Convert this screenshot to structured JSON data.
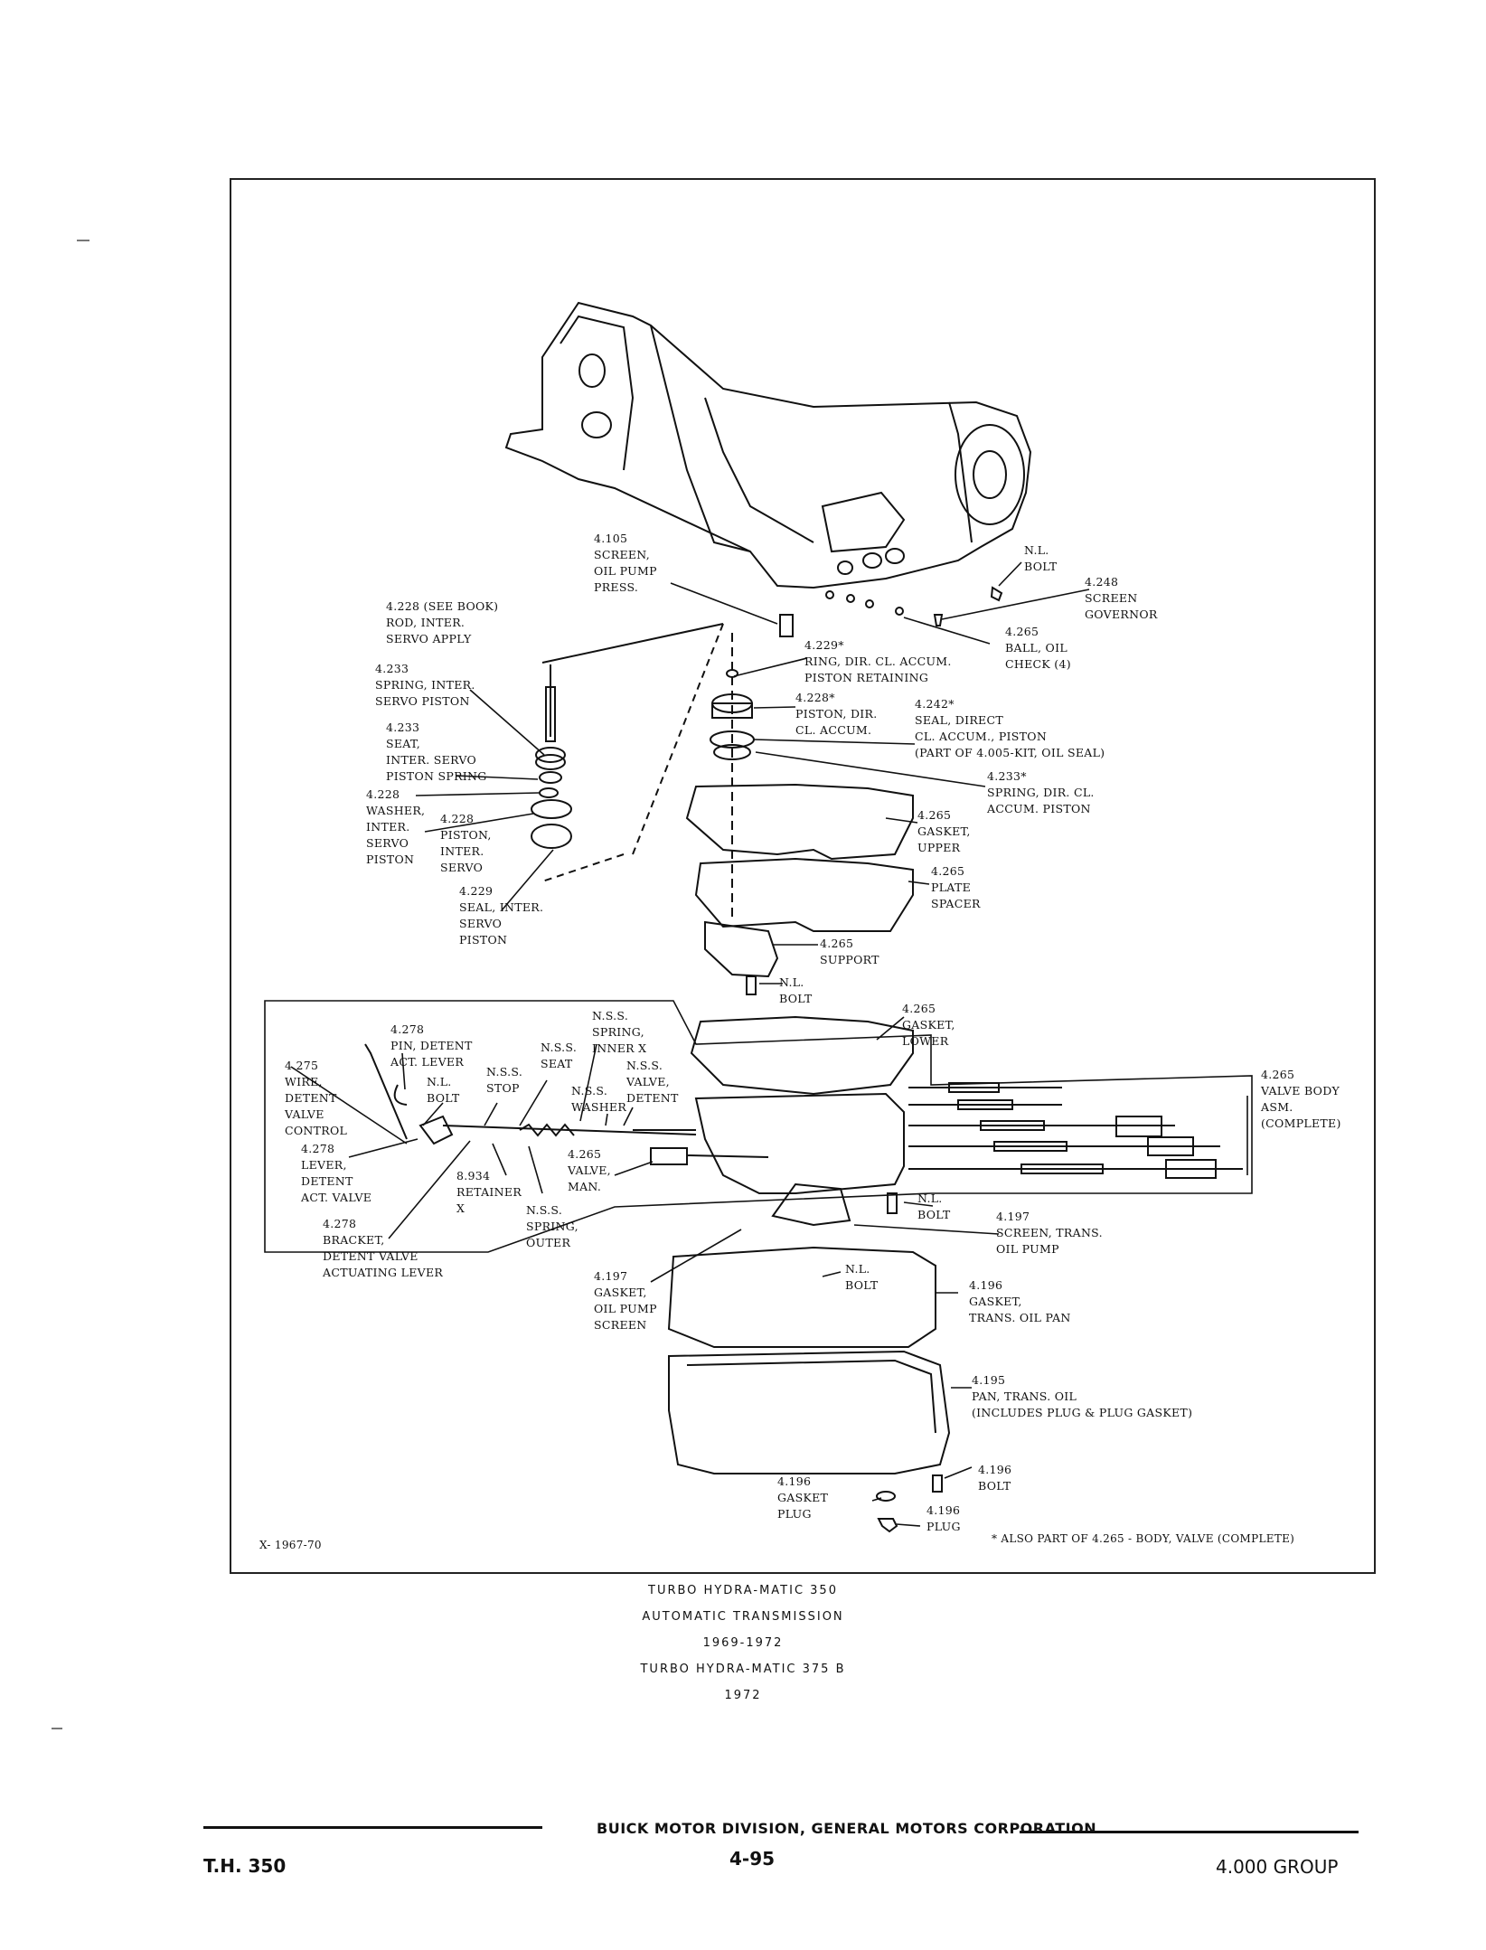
{
  "figure_id": "X- 1967-70",
  "footnote": "* ALSO PART OF 4.265 - BODY, VALVE (COMPLETE)",
  "labels": [
    "4.105\nSCREEN,\nOIL PUMP\nPRESS.",
    "N.L.\nBOLT",
    "4.248\nSCREEN\nGOVERNOR",
    "4.228 (SEE BOOK)\nROD, INTER.\nSERVO APPLY",
    "4.229*\nRING, DIR. CL. ACCUM.\nPISTON RETAINING",
    "4.265\nBALL, OIL\nCHECK (4)",
    "4.233\nSPRING, INTER.\nSERVO PISTON",
    "4.228*\nPISTON, DIR.\nCL. ACCUM.",
    "4.242*\nSEAL, DIRECT\nCL. ACCUM., PISTON\n(PART OF 4.005-KIT, OIL SEAL)",
    "4.233\nSEAT,\nINTER. SERVO\nPISTON SPRING",
    "4.233*\nSPRING, DIR. CL.\nACCUM. PISTON",
    "4.228\nWASHER,\nINTER.\nSERVO\nPISTON",
    "4.228\nPISTON,\nINTER.\nSERVO",
    "4.265\nGASKET,\nUPPER",
    "4.229\nSEAL, INTER.\nSERVO\nPISTON",
    "4.265\nPLATE\nSPACER",
    "4.265\nSUPPORT",
    "N.L.\nBOLT",
    "4.265\nGASKET,\nLOWER",
    "4.278\nPIN, DETENT\nACT. LEVER",
    "N.S.S.\nSPRING,\nINNER X",
    "N.S.S.\nSEAT",
    "4.275\nWIRE,\nDETENT\nVALVE\nCONTROL",
    "N.L.\nBOLT",
    "N.S.S.\nSTOP",
    "N.S.S.\nVALVE,\nDETENT",
    "N.S.S.\nWASHER",
    "4.265\nVALVE BODY\nASM.\n(COMPLETE)",
    "4.278\nLEVER,\nDETENT\nACT. VALVE",
    "8.934\nRETAINER\nX",
    "4.265\nVALVE,\nMAN.",
    "N.L.\nBOLT",
    "4.278\nBRACKET,\nDETENT VALVE\nACTUATING LEVER",
    "N.S.S.\nSPRING,\nOUTER",
    "4.197\nSCREEN, TRANS.\nOIL PUMP",
    "4.197\nGASKET,\nOIL PUMP\nSCREEN",
    "N.L.\nBOLT",
    "4.196\nGASKET,\nTRANS. OIL PAN",
    "4.195\nPAN, TRANS. OIL\n(INCLUDES PLUG & PLUG GASKET)",
    "4.196\nGASKET\nPLUG",
    "4.196\nBOLT",
    "4.196\nPLUG"
  ],
  "caption": {
    "line1": "TURBO HYDRA-MATIC 350",
    "line2": "AUTOMATIC TRANSMISSION",
    "line3": "1969-1972",
    "line4": "TURBO HYDRA-MATIC 375 B",
    "line5": "1972"
  },
  "footer": {
    "publisher": "BUICK MOTOR DIVISION, GENERAL MOTORS CORPORATION",
    "left": "T.H. 350",
    "page": "4-95",
    "right": "4.000 GROUP"
  }
}
